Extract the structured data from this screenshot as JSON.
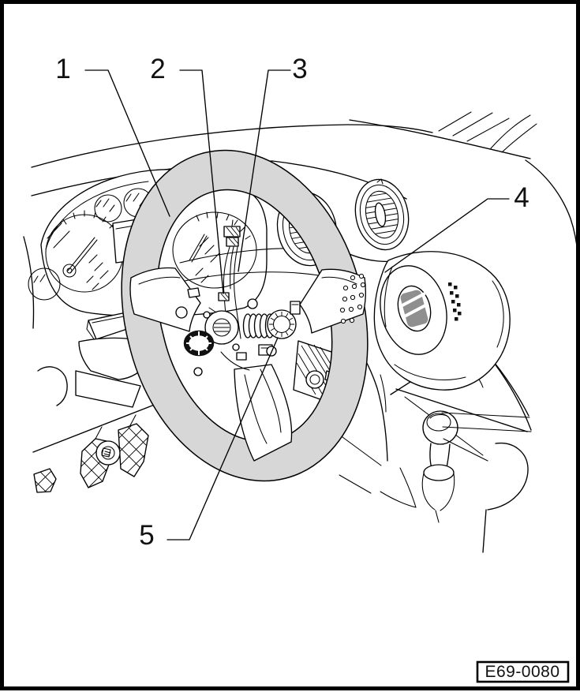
{
  "figure": {
    "title": "Steering wheel and driver airbag overview drawing",
    "callouts": [
      {
        "label": "1"
      },
      {
        "label": "2"
      },
      {
        "label": "3"
      },
      {
        "label": "4"
      },
      {
        "label": "5"
      }
    ],
    "reference_code": "E69-0080",
    "colors": {
      "line": "#000000",
      "background": "#ffffff",
      "wheel_rim_fill": "#d7d7d7",
      "logo_fill": "#8f8f8f"
    }
  }
}
